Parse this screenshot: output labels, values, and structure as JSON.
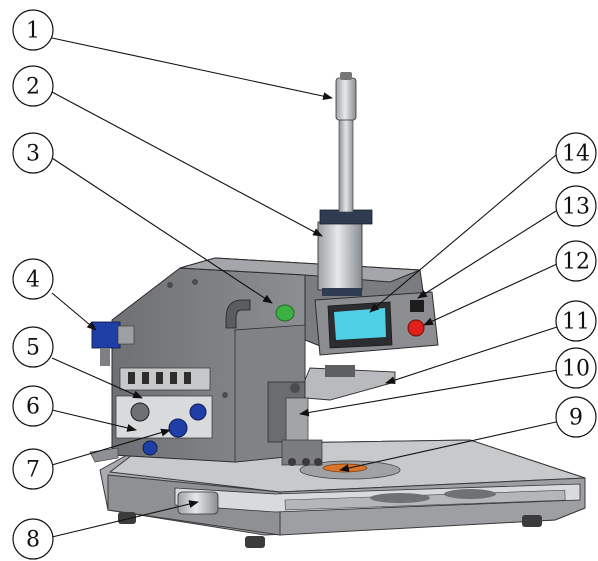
{
  "callouts": [
    {
      "id": 1,
      "label": "1"
    },
    {
      "id": 2,
      "label": "2"
    },
    {
      "id": 3,
      "label": "3"
    },
    {
      "id": 4,
      "label": "4"
    },
    {
      "id": 5,
      "label": "5"
    },
    {
      "id": 6,
      "label": "6"
    },
    {
      "id": 7,
      "label": "7"
    },
    {
      "id": 8,
      "label": "8"
    },
    {
      "id": 9,
      "label": "9"
    },
    {
      "id": 10,
      "label": "10"
    },
    {
      "id": 11,
      "label": "11"
    },
    {
      "id": 12,
      "label": "12"
    },
    {
      "id": 13,
      "label": "13"
    },
    {
      "id": 14,
      "label": "14"
    }
  ],
  "colors": {
    "body_gray": "#7d7f82",
    "base_gray": "#b9bbbd",
    "start_button_green": "#3cb043",
    "stop_button_red": "#e0201b",
    "screen_cyan": "#4fd0e6",
    "valve_blue": "#1f3fa6",
    "pad_orange": "#d9742b"
  }
}
